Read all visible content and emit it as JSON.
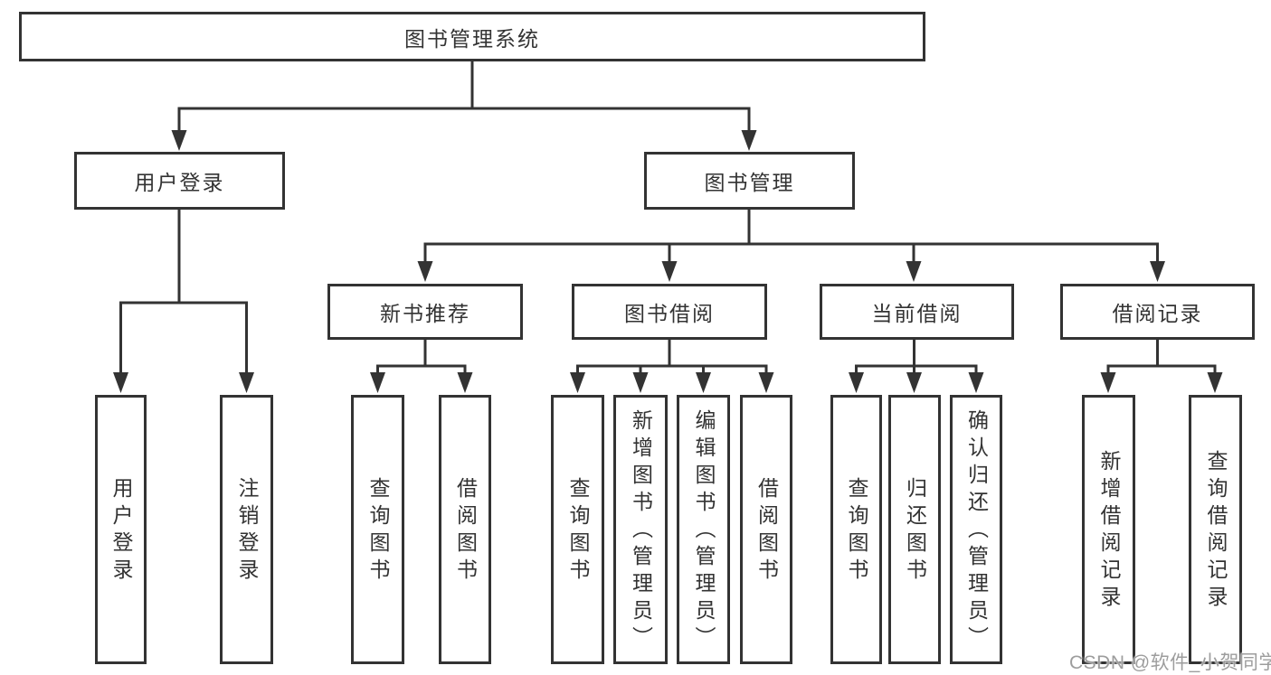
{
  "tree": {
    "root": "图书管理系统",
    "branches": [
      {
        "label": "用户登录",
        "children": [
          "用户登录",
          "注销登录"
        ]
      },
      {
        "label": "图书管理",
        "groups": [
          {
            "label": "新书推荐",
            "children": [
              "查询图书",
              "借阅图书"
            ]
          },
          {
            "label": "图书借阅",
            "children": [
              "查询图书",
              "新增图书（管理员）",
              "编辑图书（管理员）",
              "借阅图书"
            ]
          },
          {
            "label": "当前借阅",
            "children": [
              "查询图书",
              "归还图书",
              "确认归还（管理员）"
            ]
          },
          {
            "label": "借阅记录",
            "children": [
              "新增借阅记录",
              "查询借阅记录"
            ]
          }
        ]
      }
    ]
  },
  "watermark": {
    "text": "CSDN @软件_小贺同学"
  },
  "colors": {
    "line": "#333333",
    "box_border": "#333333",
    "box_background": "#ffffff",
    "text": "#333333",
    "background": "#ffffff",
    "watermark": "#9d9d9d"
  }
}
